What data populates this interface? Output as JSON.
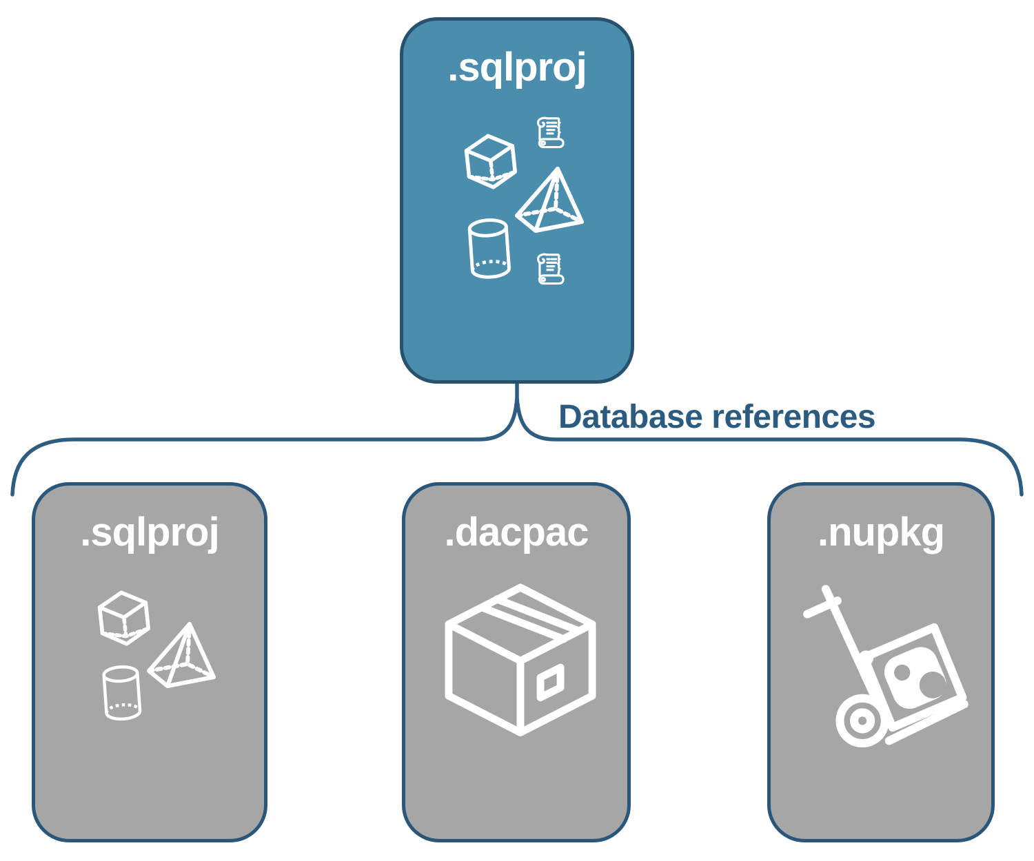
{
  "diagram": {
    "root": {
      "label": ".sqlproj",
      "icons": [
        "cube-icon",
        "scroll-icon",
        "pyramid-icon",
        "cylinder-icon",
        "scroll-icon"
      ]
    },
    "connector": {
      "label": "Database references"
    },
    "children": [
      {
        "label": ".sqlproj",
        "icons": [
          "cube-icon",
          "pyramid-icon",
          "cylinder-icon"
        ]
      },
      {
        "label": ".dacpac",
        "icons": [
          "package-icon"
        ]
      },
      {
        "label": ".nupkg",
        "icons": [
          "hand-truck-icon"
        ]
      }
    ],
    "colors": {
      "root_fill": "#4a8dad",
      "child_fill": "#a6a6a6",
      "root_border": "#27516f",
      "child_border": "#2a567a",
      "connector_stroke": "#2d5d80",
      "connector_label_text": "#2b5c80",
      "icon_and_title": "#ffffff",
      "background": "#ffffff"
    }
  }
}
